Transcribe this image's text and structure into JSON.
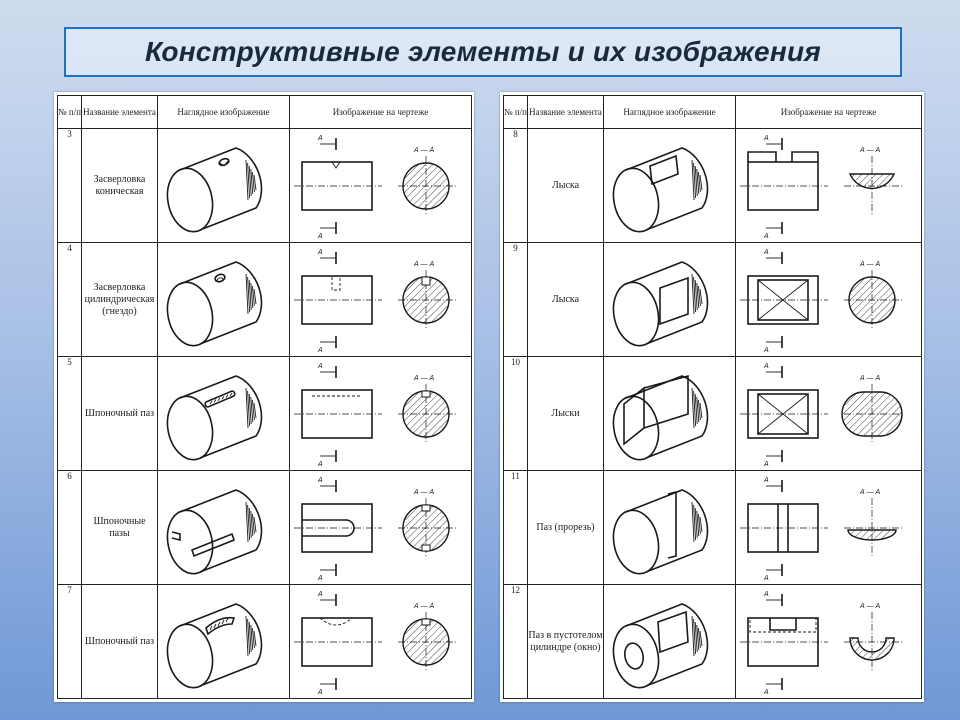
{
  "title": "Конструктивные элементы и их изображения",
  "headers": {
    "num": "№ п/п",
    "name": "Название элемента",
    "pictorial": "Наглядное изображение",
    "drawing": "Изображение на чертеже"
  },
  "left_rows": [
    {
      "num": "3",
      "name": "Засверловка коническая",
      "feature": "cone-drill"
    },
    {
      "num": "4",
      "name": "Засверловка цилиндрическая (гнездо)",
      "feature": "socket"
    },
    {
      "num": "5",
      "name": "Шпоночный паз",
      "feature": "keyway"
    },
    {
      "num": "6",
      "name": "Шпоночные пазы",
      "feature": "end-slots"
    },
    {
      "num": "7",
      "name": "Шпоночный паз",
      "feature": "segment-key"
    }
  ],
  "right_rows": [
    {
      "num": "8",
      "name": "Лыска",
      "feature": "flat"
    },
    {
      "num": "9",
      "name": "Лыска",
      "feature": "flat-cross"
    },
    {
      "num": "10",
      "name": "Лыски",
      "feature": "two-flats"
    },
    {
      "num": "11",
      "name": "Паз (прорезь)",
      "feature": "slot"
    },
    {
      "num": "12",
      "name": "Паз в пустотелом цилиндре (окно)",
      "feature": "window"
    }
  ],
  "section_label": "А — А",
  "cut_label": "А",
  "colors": {
    "frame": "#1f6fc2",
    "title": "#1a2a3e"
  }
}
